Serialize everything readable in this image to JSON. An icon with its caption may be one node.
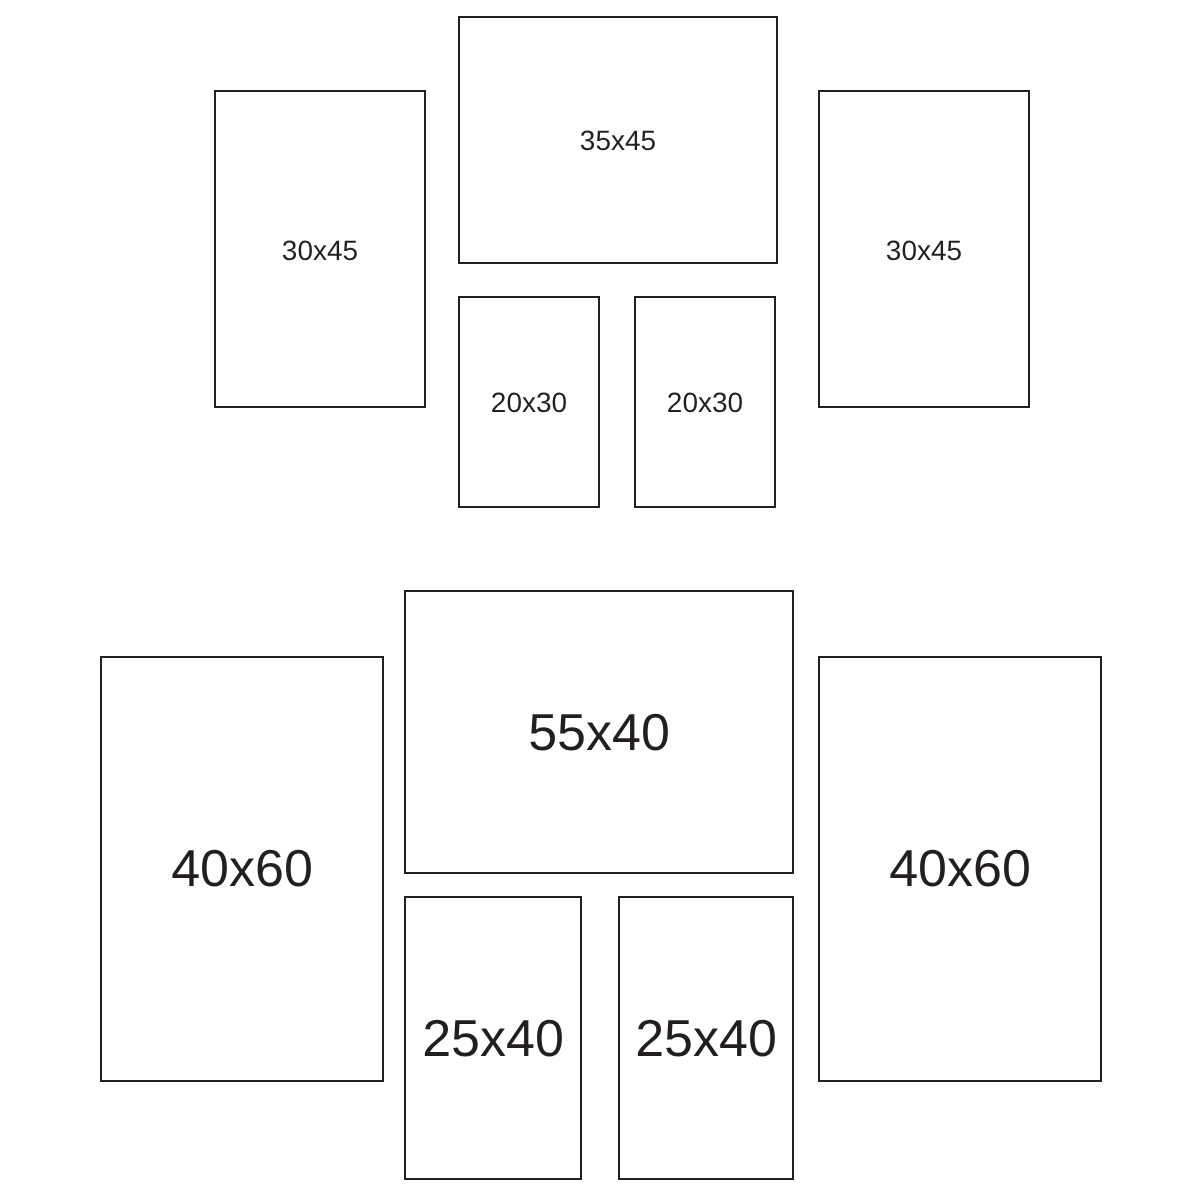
{
  "diagram": {
    "nodes": [
      {
        "text": [
          "30x45"
        ]
      },
      {
        "text": [
          "35x45"
        ]
      },
      {
        "text": [
          "20x30"
        ]
      },
      {
        "text": [
          "20x30"
        ]
      },
      {
        "text": [
          "30x45"
        ]
      },
      {
        "text": [
          "40x60"
        ]
      },
      {
        "text": [
          "55x40"
        ]
      },
      {
        "text": [
          "25x40"
        ]
      },
      {
        "text": [
          "25x40"
        ]
      },
      {
        "text": [
          "40x60"
        ]
      }
    ]
  }
}
